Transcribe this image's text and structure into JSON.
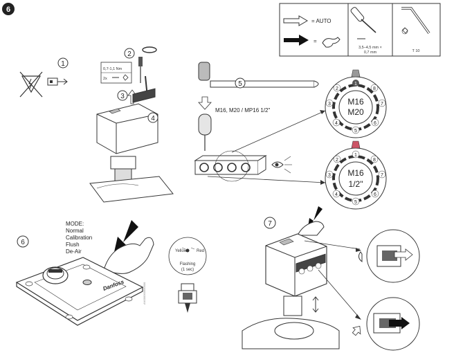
{
  "page_badge": "6",
  "legend": {
    "auto_label": "= AUTO",
    "manual_eq": "=",
    "screwdriver_spec_line1": "3,5–4,5 mm ×",
    "screwdriver_spec_line2": "0,7 mm",
    "torx_label": "T 10"
  },
  "steps": {
    "s1": "1",
    "s2": "2",
    "s3": "3",
    "s4": "4",
    "s5": "5",
    "s6": "6",
    "s7": "7"
  },
  "torque_box": {
    "torque": "0,7-1,1 Nm",
    "count": "2x"
  },
  "thread_caption": "M16, M20 / MP16 1/2\"",
  "dial_top": {
    "line1": "M16",
    "line2": "M20",
    "numbers": [
      "1",
      "2",
      "3",
      "4",
      "5",
      "6",
      "7",
      "8"
    ]
  },
  "dial_bottom": {
    "line1": "M16",
    "line2": "1/2\"",
    "numbers": [
      "1",
      "2",
      "3",
      "4",
      "5",
      "6",
      "7",
      "8"
    ]
  },
  "mode": {
    "title": "MODE:",
    "items": [
      "Normal",
      "Calibration",
      "Flush",
      "De-Air"
    ]
  },
  "led": {
    "yellow": "Yellow",
    "red": "Red",
    "flashing": "Flashing",
    "interval": "(1 sec)"
  },
  "brand_mark": "Danfoss",
  "side_code": "AN000000000000"
}
